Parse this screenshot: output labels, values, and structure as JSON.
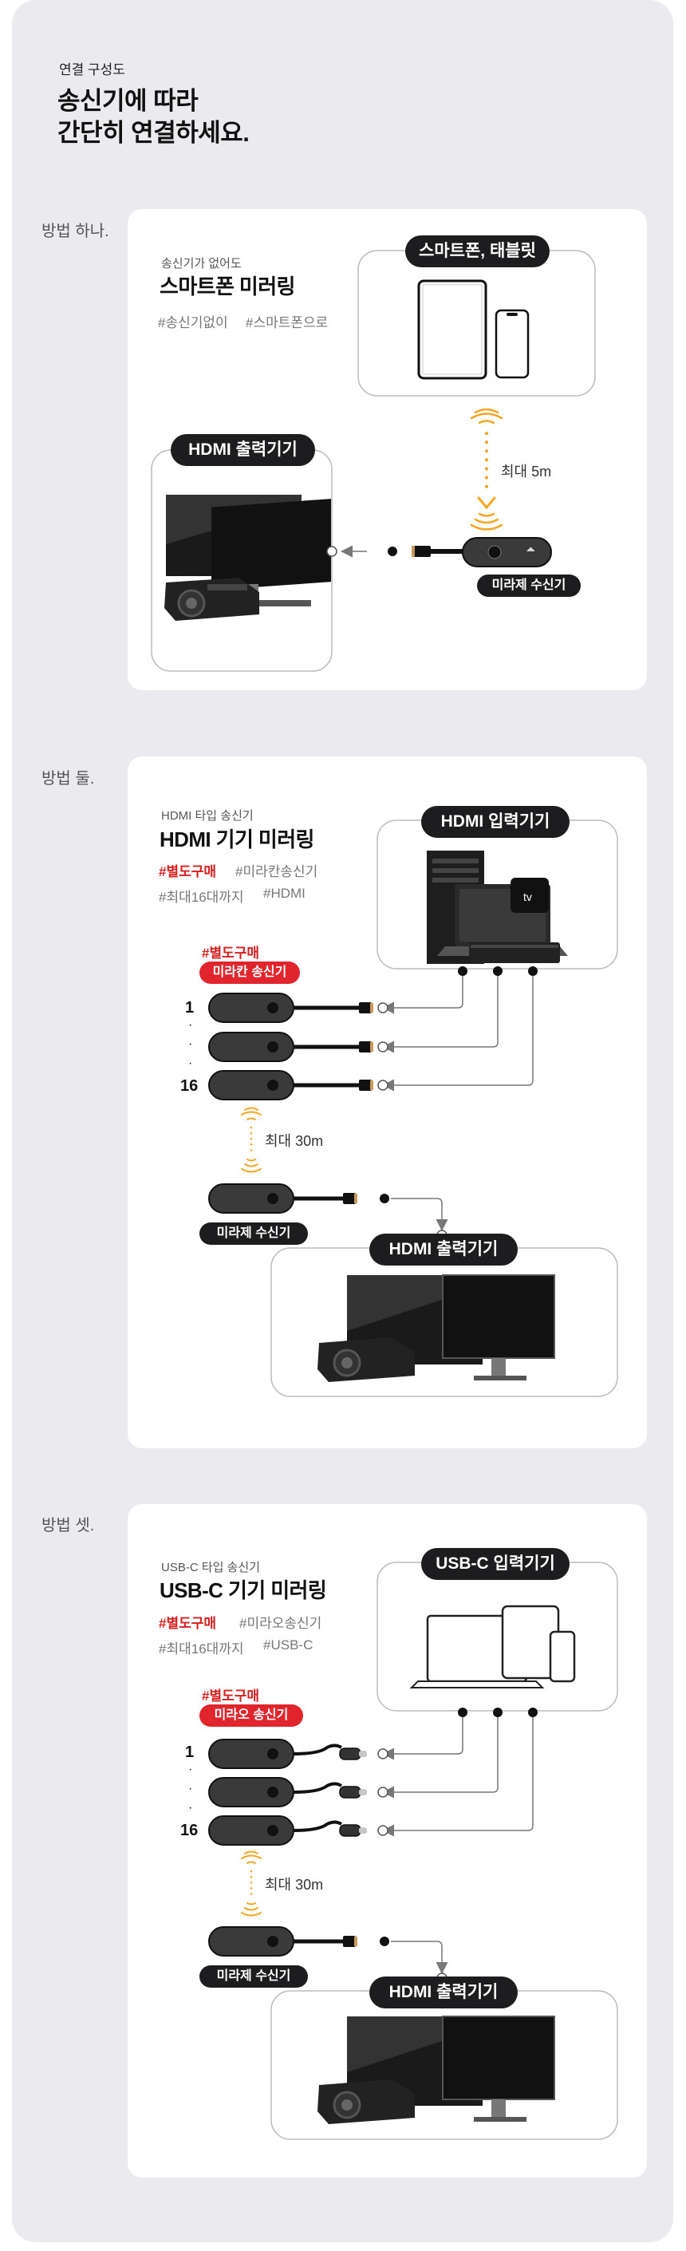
{
  "header": {
    "eyebrow": "연결 구성도",
    "headline_line1": "송신기에 따라",
    "headline_line2": "간단히 연결하세요."
  },
  "methods": [
    {
      "label": "방법 하나.",
      "subtitle": "송신기가 없어도",
      "title": "스마트폰 미러링",
      "tags": [
        "#송신기없이",
        "#스마트폰으로"
      ],
      "source_pill": "스마트폰, 태블릿",
      "output_pill": "HDMI 출력기기",
      "distance": "최대 5m",
      "receiver_pill": "미라제 수신기"
    },
    {
      "label": "방법 둘.",
      "subtitle": "HDMI 타입 송신기",
      "title": "HDMI 기기 미러링",
      "tag_red": "#별도구매",
      "tags_line1": "#미라칸송신기",
      "tags_line2": [
        "#최대16대까지",
        "#HDMI"
      ],
      "source_pill": "HDMI 입력기기",
      "transmitter_red": "#별도구매",
      "transmitter_pill": "미라칸 송신기",
      "number_first": "1",
      "number_last": "16",
      "dot": "·",
      "distance": "최대 30m",
      "receiver_pill": "미라제 수신기",
      "output_pill": "HDMI 출력기기"
    },
    {
      "label": "방법 셋.",
      "subtitle": "USB-C 타입 송신기",
      "title": "USB-C 기기 미러링",
      "tag_red": "#별도구매",
      "tags_line1": "#미라오송신기",
      "tags_line2": [
        "#최대16대까지",
        "#USB-C"
      ],
      "source_pill": "USB-C 입력기기",
      "transmitter_red": "#별도구매",
      "transmitter_pill": "미라오 송신기",
      "number_first": "1",
      "number_last": "16",
      "dot": "·",
      "distance": "최대 30m",
      "receiver_pill": "미라제 수신기",
      "output_pill": "HDMI 출력기기"
    }
  ],
  "colors": {
    "background": "#ebebef",
    "card": "#ffffff",
    "pill": "#1d1d1f",
    "accent_red": "#e0262c",
    "wireless_orange": "#f5a623"
  },
  "icons": [
    "tablet-icon",
    "smartphone-icon",
    "monitor-icon",
    "projector-icon",
    "wifi-signal-icon",
    "hdmi-dongle-icon",
    "pc-tower-icon",
    "laptop-icon",
    "tv-box-icon"
  ]
}
